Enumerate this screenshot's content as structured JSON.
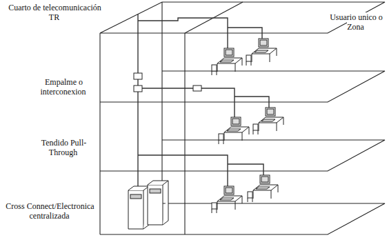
{
  "diagram": {
    "labels": [
      "Cuarto de telecomunicación TR",
      "Empalme o interconexion",
      "Tendido Pull-Through",
      "Cross Connect/Electronica centralizada",
      "Usuario unico o Zona"
    ]
  }
}
